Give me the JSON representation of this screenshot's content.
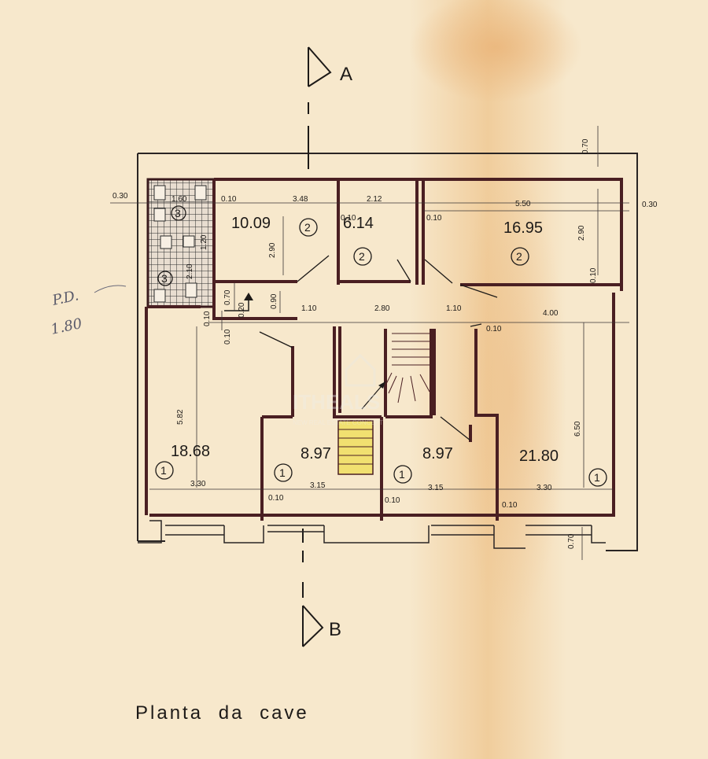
{
  "title": "Planta da cave",
  "section_marks": {
    "top": "A",
    "bottom": "B"
  },
  "handwritten": {
    "line1": "P.D.",
    "line2": "1.80"
  },
  "watermark": "ITHEALS",
  "watermark_sub": "NEW REAL ESTATE CONCEPT",
  "rooms": [
    {
      "area": "10.09",
      "code": "2"
    },
    {
      "area": "6.14",
      "code": "2"
    },
    {
      "area": "16.95",
      "code": "2"
    },
    {
      "area": "18.68",
      "code": "1"
    },
    {
      "area": "8.97",
      "code": "1"
    },
    {
      "area": "8.97",
      "code": "1"
    },
    {
      "area": "21.80",
      "code": "1"
    },
    {
      "code": "3"
    },
    {
      "code": "3"
    }
  ],
  "dimensions": {
    "top_0_10_a": "0.10",
    "top_3_48": "3.48",
    "top_0_10_b": "0.10",
    "top_2_12": "2.12",
    "top_0_10_c": "0.10",
    "top_5_50": "5.50",
    "left_0_30": "0.30",
    "right_0_30": "0.30",
    "top_0_70": "0.70",
    "v_2_90_a": "2.90",
    "v_2_90_b": "2.90",
    "v_0_10_r": "0.10",
    "v_0_70": "0.70",
    "v_0_20": "0.20",
    "v_0_90": "0.90",
    "v_0_10_l1": "0.10",
    "v_0_10_l2": "0.10",
    "h_1_10_a": "1.10",
    "h_2_80": "2.80",
    "h_1_10_b": "1.10",
    "h_0_10": "0.10",
    "h_4_00": "4.00",
    "v_5_82": "5.82",
    "v_6_50": "6.50",
    "b_3_30_a": "3.30",
    "b_0_10_a": "0.10",
    "b_3_15_a": "3.15",
    "b_0_10_b": "0.10",
    "b_3_15_b": "3.15",
    "b_0_10_c": "0.10",
    "b_3_30_b": "3.30",
    "b_0_70": "0.70",
    "wc_1_60": "1.60",
    "wc_2_10": "2.10",
    "wc_1_20": "1.20"
  },
  "colors": {
    "paper": "#f6e6c8",
    "stain": "#eec48c",
    "wall": "#4a1f22",
    "stair_highlight": "#f1e070",
    "ink": "#1d1a18"
  }
}
